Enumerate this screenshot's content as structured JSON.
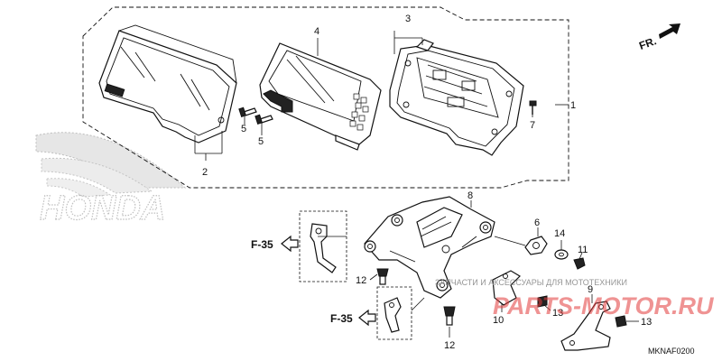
{
  "diagram": {
    "callouts": {
      "c1": "1",
      "c2": "2",
      "c3": "3",
      "c4": "4",
      "c5a": "5",
      "c5b": "5",
      "c6": "6",
      "c7": "7",
      "c8": "8",
      "c9": "9",
      "c10": "10",
      "c11": "11",
      "c12a": "12",
      "c12b": "12",
      "c13a": "13",
      "c13b": "13",
      "c14": "14"
    },
    "references": {
      "ref_upper": "F-35",
      "ref_lower": "F-35"
    },
    "direction_label": "FR.",
    "diagram_code": "MKNAF0200",
    "brand_logo_text": "HONDA",
    "watermark": {
      "main": "PARTS-MOTOR.RU",
      "subtitle": "ЗАПЧАСТИ И АКСЕССУАРЫ ДЛЯ МОТОТЕХНИКИ"
    }
  }
}
